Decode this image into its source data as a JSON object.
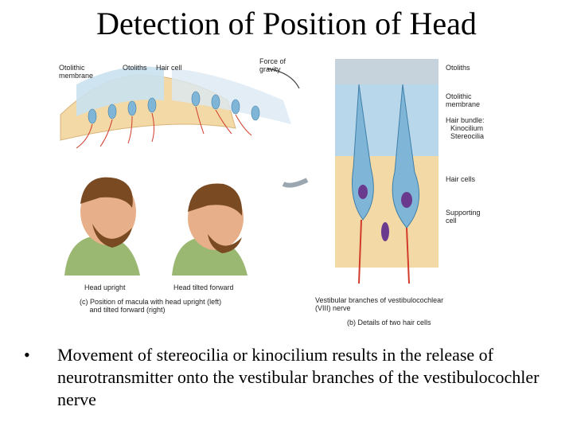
{
  "slide": {
    "title": "Detection of Position of Head"
  },
  "figure": {
    "a_labels": {
      "otolithic_membrane": "Otolithic\nmembrane",
      "otoliths": "Otoliths",
      "hair_cell": "Hair cell",
      "force_of_gravity": "Force of\ngravity"
    },
    "c_labels": {
      "head_upright": "Head upright",
      "head_tilted": "Head tilted forward",
      "caption": "(c) Position of macula with head upright (left)\n     and tilted forward (right)"
    },
    "b_labels": {
      "otoliths": "Otoliths",
      "otolithic_membrane": "Otolithic\nmembrane",
      "hair_bundle": "Hair bundle:",
      "kinocilium": "Kinocilium",
      "stereocilia": "Stereocilia",
      "hair_cells": "Hair cells",
      "supporting_cell": "Supporting\ncell",
      "vestibular_nerve": "Vestibular branches of vestibulocochlear\n(VIII) nerve",
      "caption": "(b) Details of two hair cells"
    },
    "colors": {
      "gel": "#b9d7ea",
      "hair_cell": "#7fb6d8",
      "nucleus": "#6a3a8f",
      "skin": "#e7b08a",
      "shirt": "#9bb872",
      "hair": "#7a4a22",
      "nerve": "#d23a2a",
      "tissue": "#f3d9a6"
    }
  },
  "bullets": [
    {
      "marker": "•",
      "text": "Movement of stereocilia or kinocilium results in the release of neurotransmitter onto the vestibular branches of the vestibulocochler nerve"
    }
  ]
}
